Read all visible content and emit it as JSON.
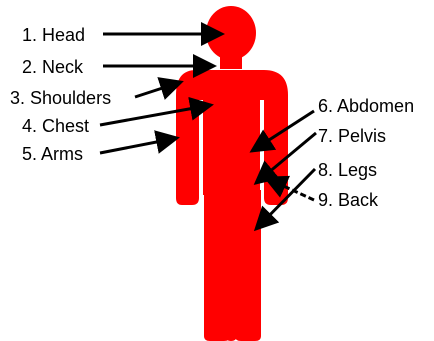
{
  "colors": {
    "figure": "#ff0000",
    "arrows": "#000000",
    "background": "#ffffff"
  },
  "labels": {
    "head": "1. Head",
    "neck": "2. Neck",
    "shoulders": "3. Shoulders",
    "chest": "4. Chest",
    "arms": "5. Arms",
    "abdomen": "6. Abdomen",
    "pelvis": "7. Pelvis",
    "legs": "8. Legs",
    "back": "9. Back"
  }
}
